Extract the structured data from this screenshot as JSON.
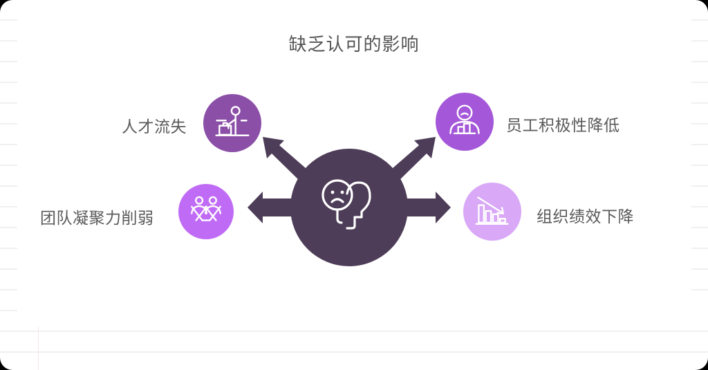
{
  "title": "缺乏认可的影响",
  "center": {
    "icon_name": "sad-face-head-profile-icon",
    "color": "#4E3D58"
  },
  "nodes": [
    {
      "id": "talent-loss",
      "label": "人才流失",
      "icon_name": "person-with-luggage-icon",
      "color": "#8B4FA8",
      "position": "top-left"
    },
    {
      "id": "employee-motivation-down",
      "label": "员工积极性降低",
      "icon_name": "unhappy-person-declining-chart-icon",
      "color": "#A457D8",
      "position": "top-right"
    },
    {
      "id": "team-cohesion-weakened",
      "label": "团队凝聚力削弱",
      "icon_name": "two-people-group-icon",
      "color": "#C06BF5",
      "position": "bottom-left"
    },
    {
      "id": "org-performance-decline",
      "label": "组织绩效下降",
      "icon_name": "declining-bar-chart-arrow-icon",
      "color": "#D9A8F7",
      "position": "bottom-right"
    }
  ],
  "arrows": {
    "count": 4,
    "color": "#4E3D58",
    "directions": [
      "up-left",
      "up-right",
      "left",
      "right"
    ]
  },
  "background": {
    "paper_line_color": "#f0f0f2",
    "margin_line_color": "#f8e4e6"
  }
}
